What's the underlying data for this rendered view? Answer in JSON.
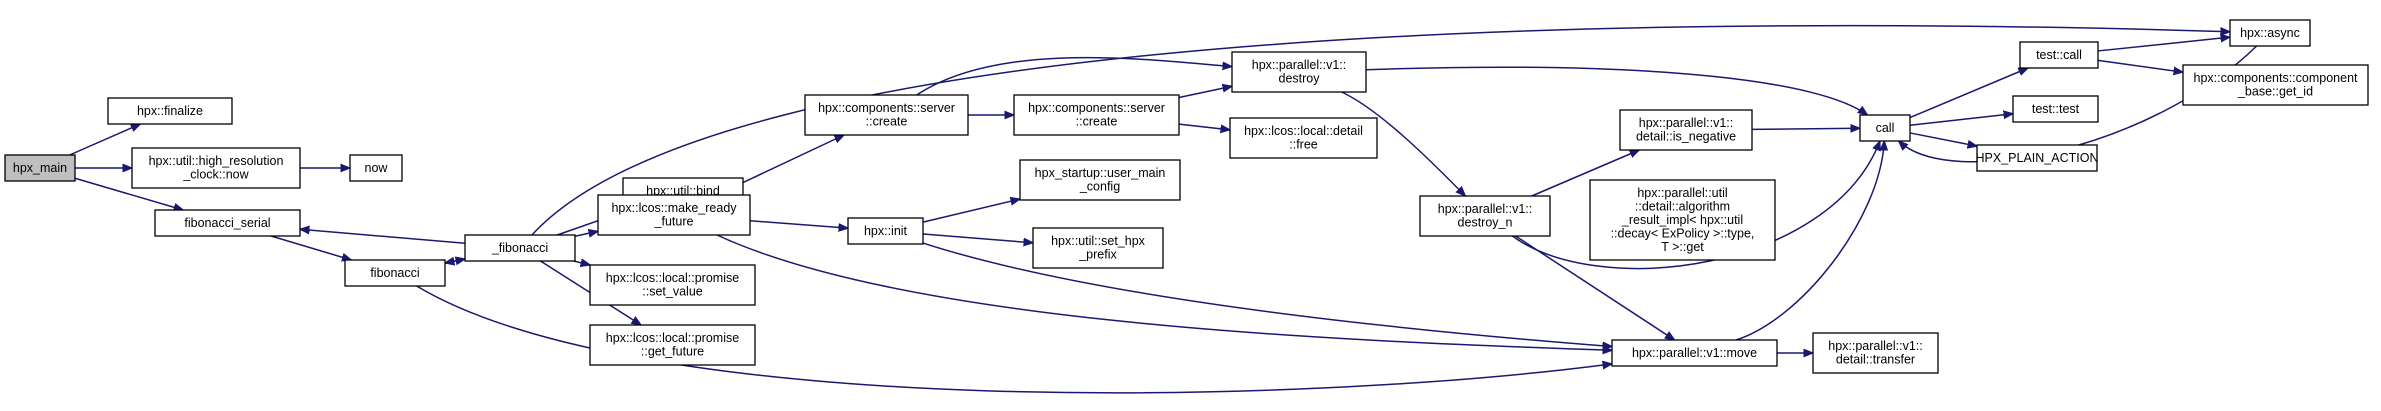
{
  "colors": {
    "edge": "#191970",
    "node_border": "#000000",
    "node_fill": "#ffffff",
    "root_fill": "#bfbfbf",
    "background": "#ffffff"
  },
  "nodes": [
    {
      "id": "hpx_main",
      "lines": [
        "hpx_main"
      ]
    },
    {
      "id": "finalize",
      "lines": [
        "hpx::finalize"
      ]
    },
    {
      "id": "hrc_now",
      "lines": [
        "hpx::util::high_resolution",
        "_clock::now"
      ]
    },
    {
      "id": "now",
      "lines": [
        "now"
      ]
    },
    {
      "id": "fibonacci_serial",
      "lines": [
        "fibonacci_serial"
      ]
    },
    {
      "id": "fibonacci",
      "lines": [
        "fibonacci"
      ]
    },
    {
      "id": "_fibonacci",
      "lines": [
        "_fibonacci"
      ]
    },
    {
      "id": "bind",
      "lines": [
        "hpx::util::bind"
      ]
    },
    {
      "id": "make_ready_future",
      "lines": [
        "hpx::lcos::make_ready",
        "_future"
      ]
    },
    {
      "id": "promise_set_value",
      "lines": [
        "hpx::lcos::local::promise",
        "::set_value"
      ]
    },
    {
      "id": "promise_get_future",
      "lines": [
        "hpx::lcos::local::promise",
        "::get_future"
      ]
    },
    {
      "id": "server_create_1",
      "lines": [
        "hpx::components::server",
        "::create"
      ]
    },
    {
      "id": "server_create_2",
      "lines": [
        "hpx::components::server",
        "::create"
      ]
    },
    {
      "id": "hpx_init",
      "lines": [
        "hpx::init"
      ]
    },
    {
      "id": "user_main_config",
      "lines": [
        "hpx_startup::user_main",
        "_config"
      ]
    },
    {
      "id": "set_hpx_prefix",
      "lines": [
        "hpx::util::set_hpx",
        "_prefix"
      ]
    },
    {
      "id": "destroy",
      "lines": [
        "hpx::parallel::v1::",
        "destroy"
      ]
    },
    {
      "id": "detail_free",
      "lines": [
        "hpx::lcos::local::detail",
        "::free"
      ]
    },
    {
      "id": "destroy_n",
      "lines": [
        "hpx::parallel::v1::",
        "destroy_n"
      ]
    },
    {
      "id": "is_negative",
      "lines": [
        "hpx::parallel::v1::",
        "detail::is_negative"
      ]
    },
    {
      "id": "algorithm_result",
      "lines": [
        "hpx::parallel::util",
        "::detail::algorithm",
        "_result_impl< hpx::util",
        "::decay< ExPolicy >::type,",
        " T >::get"
      ]
    },
    {
      "id": "pmove",
      "lines": [
        "hpx::parallel::v1::move"
      ]
    },
    {
      "id": "transfer",
      "lines": [
        "hpx::parallel::v1::",
        "detail::transfer"
      ]
    },
    {
      "id": "call",
      "lines": [
        "call"
      ]
    },
    {
      "id": "test_call",
      "lines": [
        "test::call"
      ]
    },
    {
      "id": "test_test",
      "lines": [
        "test::test"
      ]
    },
    {
      "id": "plain_action",
      "lines": [
        "HPX_PLAIN_ACTION"
      ]
    },
    {
      "id": "async",
      "lines": [
        "hpx::async"
      ]
    },
    {
      "id": "get_id",
      "lines": [
        "hpx::components::component",
        "_base::get_id"
      ]
    }
  ],
  "edges": [
    [
      "hpx_main",
      "finalize"
    ],
    [
      "hpx_main",
      "hrc_now"
    ],
    [
      "hpx_main",
      "fibonacci_serial"
    ],
    [
      "hrc_now",
      "now"
    ],
    [
      "fibonacci_serial",
      "fibonacci"
    ],
    [
      "fibonacci",
      "_fibonacci"
    ],
    [
      "_fibonacci",
      "fibonacci"
    ],
    [
      "_fibonacci",
      "fibonacci_serial"
    ],
    [
      "_fibonacci",
      "bind"
    ],
    [
      "_fibonacci",
      "make_ready_future"
    ],
    [
      "_fibonacci",
      "promise_set_value"
    ],
    [
      "_fibonacci",
      "promise_get_future"
    ],
    [
      "_fibonacci",
      "async"
    ],
    [
      "fibonacci",
      "pmove"
    ],
    [
      "make_ready_future",
      "server_create_1"
    ],
    [
      "make_ready_future",
      "hpx_init"
    ],
    [
      "make_ready_future",
      "pmove"
    ],
    [
      "server_create_1",
      "server_create_2"
    ],
    [
      "server_create_1",
      "destroy"
    ],
    [
      "server_create_2",
      "destroy"
    ],
    [
      "server_create_2",
      "detail_free"
    ],
    [
      "hpx_init",
      "user_main_config"
    ],
    [
      "hpx_init",
      "set_hpx_prefix"
    ],
    [
      "hpx_init",
      "pmove"
    ],
    [
      "destroy",
      "destroy_n"
    ],
    [
      "destroy",
      "call"
    ],
    [
      "destroy_n",
      "is_negative"
    ],
    [
      "destroy_n",
      "call"
    ],
    [
      "destroy_n",
      "pmove"
    ],
    [
      "is_negative",
      "call"
    ],
    [
      "pmove",
      "transfer"
    ],
    [
      "pmove",
      "call"
    ],
    [
      "call",
      "test_call"
    ],
    [
      "call",
      "test_test"
    ],
    [
      "call",
      "plain_action"
    ],
    [
      "test_call",
      "async"
    ],
    [
      "test_call",
      "get_id"
    ],
    [
      "async",
      "call"
    ]
  ]
}
